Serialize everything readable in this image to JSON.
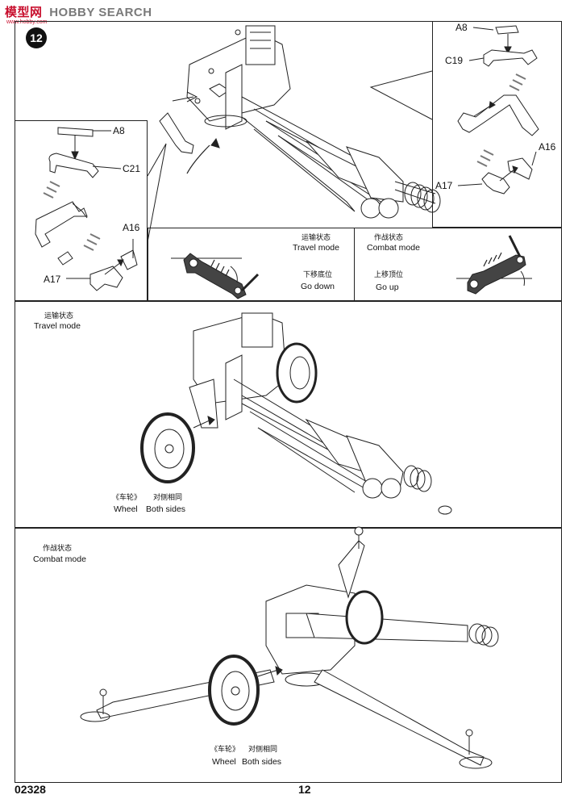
{
  "watermark": {
    "cn": "模型网",
    "en": "HOBBY SEARCH",
    "site": "www.hobby.com"
  },
  "step": {
    "number": "12"
  },
  "parts": {
    "left": {
      "a8": "A8",
      "c21": "C21",
      "a16": "A16",
      "a17": "A17"
    },
    "right": {
      "a8": "A8",
      "c19": "C19",
      "a16": "A16",
      "a17": "A17"
    }
  },
  "lever": {
    "travel_cn": "运输状态",
    "travel_en": "Travel mode",
    "down_cn": "下移底位",
    "down_en": "Go down",
    "combat_cn": "作战状态",
    "combat_en": "Combat mode",
    "up_cn": "上移顶位",
    "up_en": "Go up"
  },
  "travel_panel": {
    "mode_cn": "运输状态",
    "mode_en": "Travel mode",
    "wheel_cn": "《车轮》",
    "wheel_en": "Wheel",
    "sides_cn": "对侧相同",
    "sides_en": "Both sides"
  },
  "combat_panel": {
    "mode_cn": "作战状态",
    "mode_en": "Combat mode",
    "wheel_cn": "《车轮》",
    "wheel_en": "Wheel",
    "sides_cn": "对侧相同",
    "sides_en": "Both sides"
  },
  "footer": {
    "code": "02328",
    "page": "12"
  }
}
